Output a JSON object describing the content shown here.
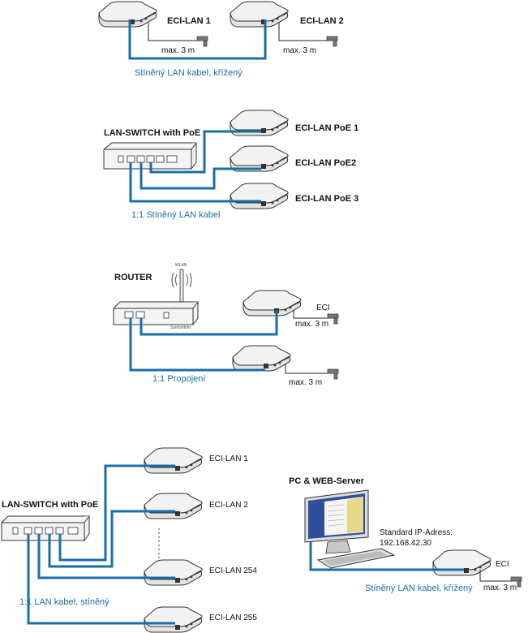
{
  "section1": {
    "device1": "ECI-LAN 1",
    "device2": "ECI-LAN 2",
    "range1": "max. 3 m",
    "range2": "max. 3 m",
    "cable": "Stíněný LAN kabel, křížený"
  },
  "section2": {
    "switch": "LAN-SWITCH with PoE",
    "device1": "ECI-LAN PoE 1",
    "device2": "ECI-LAN PoE2",
    "device3": "ECI-LAN PoE 3",
    "cable": "1:1 Stíněný LAN kabel"
  },
  "section3": {
    "router": "ROUTER",
    "wlan": "WLAN",
    "router_caption": "SymbolInfo",
    "device1": "ECI",
    "range1": "max. 3 m",
    "range2": "max. 3 m",
    "cable": "1:1 Propojení"
  },
  "section4": {
    "switch": "LAN-SWITCH with PoE",
    "device1": "ECI-LAN 1",
    "device2": "ECI-LAN 2",
    "device3": "ECI-LAN 254",
    "device4": "ECI-LAN 255",
    "cable": "1:1 LAN kabel, stíněný",
    "pc": "PC & WEB-Server",
    "ip_label": "Standard IP-Adress:",
    "ip_value": "192.168.42.30",
    "eci": "ECI",
    "range": "max. 3 m",
    "pc_cable": "Stíněný LAN kabel, křížený"
  },
  "colors": {
    "cable": "#1a6ea8",
    "outline": "#333333"
  }
}
